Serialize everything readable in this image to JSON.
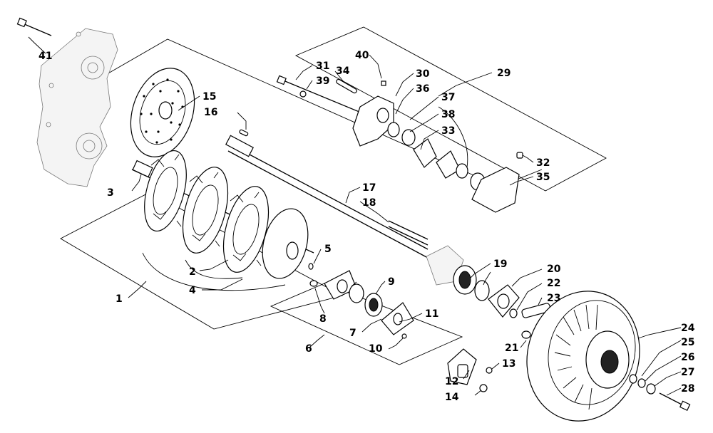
{
  "labels": {
    "n1": "1",
    "n2": "2",
    "n3": "3",
    "n4": "4",
    "n5": "5",
    "n6": "6",
    "n7": "7",
    "n8": "8",
    "n9": "9",
    "n10": "10",
    "n11": "11",
    "n12": "12",
    "n13": "13",
    "n14": "14",
    "n15": "15",
    "n16": "16",
    "n17": "17",
    "n18": "18",
    "n19": "19",
    "n20": "20",
    "n21": "21",
    "n22": "22",
    "n23": "23",
    "n24": "24",
    "n25": "25",
    "n26": "26",
    "n27": "27",
    "n28": "28",
    "n29": "29",
    "n30": "30",
    "n31": "31",
    "n32": "32",
    "n33": "33",
    "n34": "34",
    "n35": "35",
    "n36": "36",
    "n37": "37",
    "n38": "38",
    "n39": "39",
    "n40": "40",
    "n41": "41"
  }
}
